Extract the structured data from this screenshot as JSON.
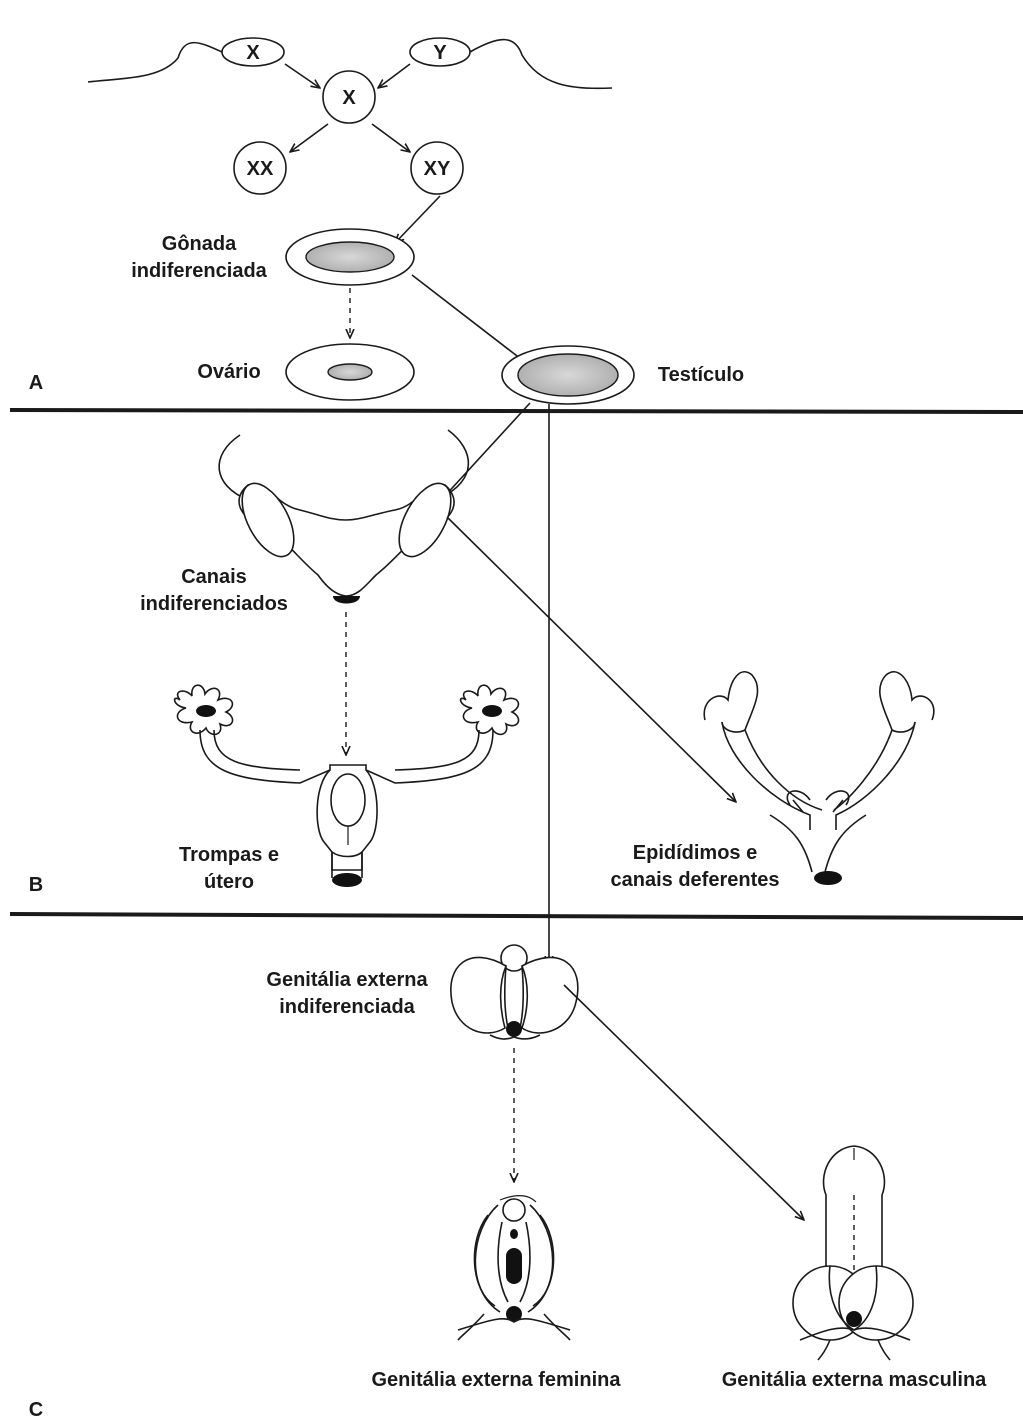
{
  "sections": {
    "a": "A",
    "b": "B",
    "c": "C"
  },
  "chromosomes": {
    "parent_x": "X",
    "parent_y": "Y",
    "gamete": "X",
    "female": "XX",
    "male": "XY"
  },
  "labels": {
    "gonad_indifferent": [
      "Gônada",
      "indiferenciada"
    ],
    "ovary": "Ovário",
    "testis": "Testículo",
    "ducts_indifferent": [
      "Canais",
      "indiferenciados"
    ],
    "tubes_uterus": [
      "Trompas e",
      "útero"
    ],
    "epididymis": [
      "Epidídimos e",
      "canais deferentes"
    ],
    "external_indifferent": [
      "Genitália externa",
      "indiferenciada"
    ],
    "external_female": "Genitália externa feminina",
    "external_male": "Genitália externa masculina"
  },
  "colors": {
    "ink": "#1a1a1a",
    "shade": "#bdbdbd",
    "paper": "#ffffff"
  }
}
